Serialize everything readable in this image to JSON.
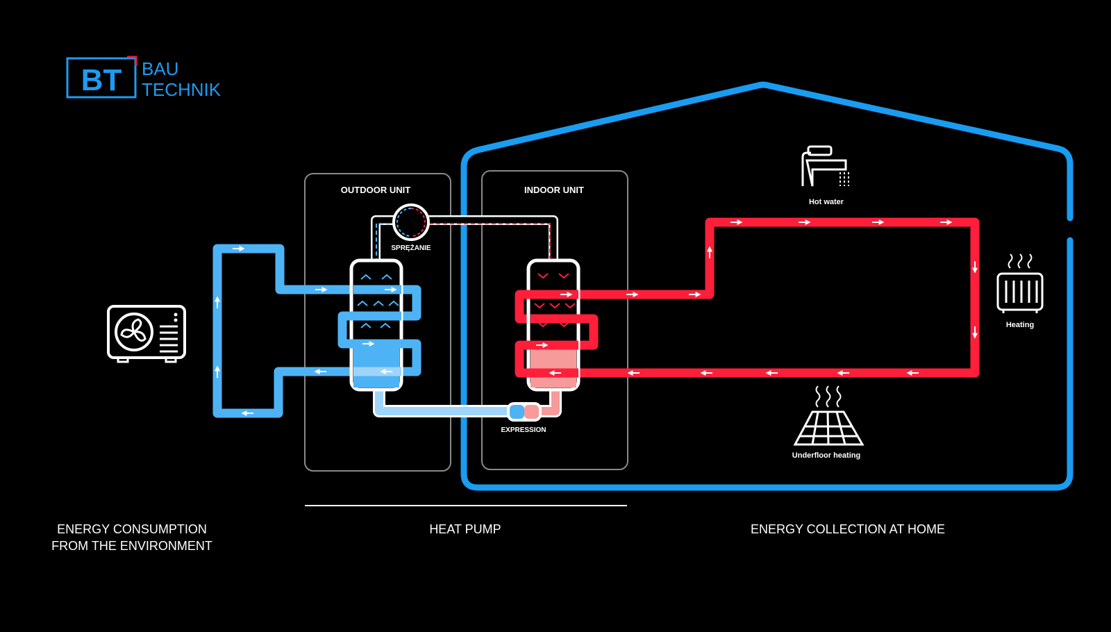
{
  "brand": {
    "monogram": "BT",
    "line1": "BAU",
    "line2": "TECHNIK"
  },
  "units": {
    "outdoor": "OUTDOOR UNIT",
    "indoor": "INDOOR UNIT"
  },
  "process_labels": {
    "compression": "SPRĘŻANIE",
    "expansion": "EXPRESSION"
  },
  "receivers": {
    "hot_water": "Hot water",
    "heating": "Heating",
    "underfloor": "Underfloor heating"
  },
  "sections": {
    "environment_line1": "ENERGY CONSUMPTION",
    "environment_line2": "FROM THE ENVIRONMENT",
    "heat_pump": "HEAT PUMP",
    "home": "ENERGY COLLECTION AT HOME"
  },
  "colors": {
    "background": "#000000",
    "cold_loop": "#4db3f5",
    "hot_loop": "#ff1f3a",
    "house_outline": "#1a9cf0",
    "brand_blue": "#1e9bf0",
    "unit_frame": "#8a8a8a",
    "white": "#ffffff"
  },
  "icons": {
    "outdoor_fan": "fan-unit-icon",
    "faucet": "faucet-icon",
    "radiator": "radiator-icon",
    "floor": "underfloor-icon"
  }
}
